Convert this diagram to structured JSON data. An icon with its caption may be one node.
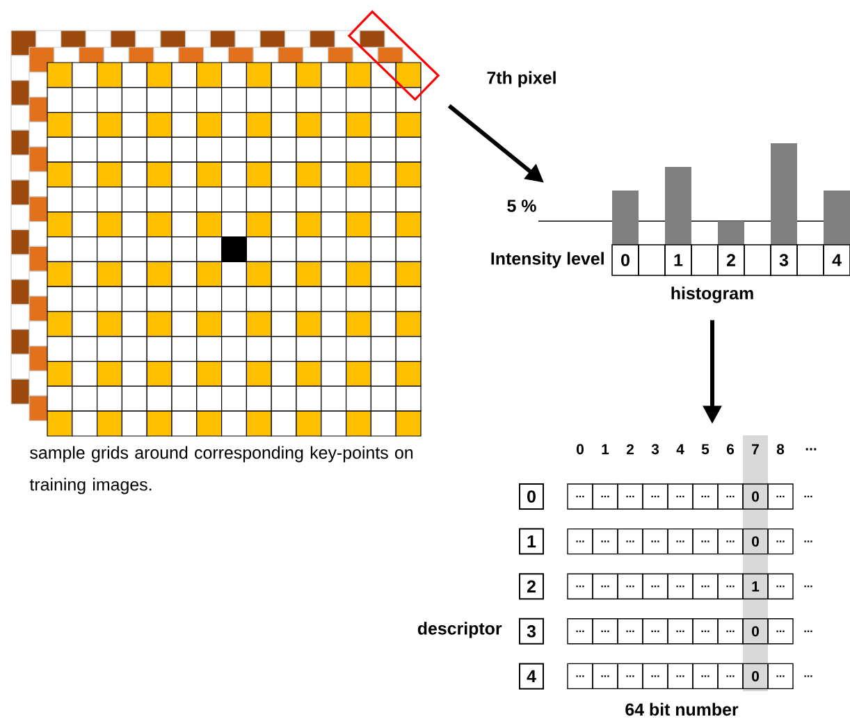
{
  "diagram": {
    "nodes": [
      {
        "text": [],
        "shape": "box"
      },
      {
        "text": [],
        "shape": "picture",
        "beside": [
          "histogram"
        ]
      },
      {
        "text": [],
        "shape": "picture",
        "beside": [
          "64 bit number"
        ]
      }
    ],
    "edges": [
      {
        "from": 0,
        "to": 1,
        "arrow": "to"
      },
      {
        "from": 1,
        "to": 2,
        "arrow": "to"
      }
    ],
    "labels": [
      "7th pixel",
      "5 %",
      "Intensity level",
      "0",
      "1",
      "2",
      "3",
      "4",
      "sample grids around corresponding key-points on training images.",
      "0",
      "1",
      "2",
      "3",
      "4",
      "5",
      "6",
      "7",
      "8",
      "...",
      "0",
      "...",
      "...",
      "...",
      "...",
      "...",
      "...",
      "...",
      "0",
      "...",
      "...",
      "1",
      "...",
      "...",
      "...",
      "...",
      "...",
      "...",
      "...",
      "0",
      "...",
      "...",
      "2",
      "...",
      "...",
      "...",
      "...",
      "...",
      "...",
      "...",
      "1",
      "...",
      "...",
      "3",
      "...",
      "...",
      "...",
      "...",
      "...",
      "...",
      "...",
      "0",
      "...",
      "...",
      "4",
      "...",
      "...",
      "...",
      "...",
      "...",
      "...",
      "...",
      "0",
      "...",
      "...",
      "descriptor"
    ]
  }
}
